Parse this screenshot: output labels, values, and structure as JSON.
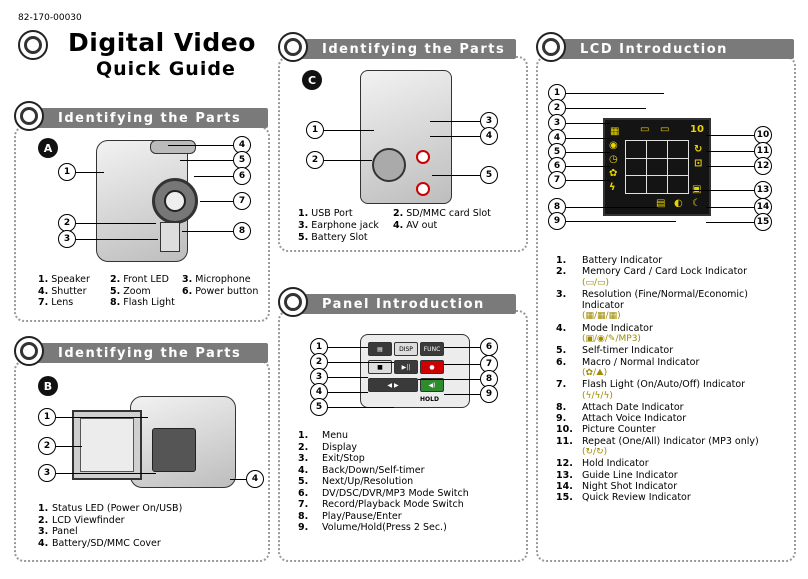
{
  "doc_code": "82-170-00030",
  "title_main": "Digital Video",
  "title_sub": "Quick Guide",
  "sections": {
    "parts_a": {
      "heading": "Identifying the Parts",
      "letter": "A",
      "items": [
        {
          "n": "1.",
          "t": "Speaker"
        },
        {
          "n": "2.",
          "t": "Front LED"
        },
        {
          "n": "3.",
          "t": "Microphone"
        },
        {
          "n": "4.",
          "t": "Shutter"
        },
        {
          "n": "5.",
          "t": "Zoom"
        },
        {
          "n": "6.",
          "t": "Power button"
        },
        {
          "n": "7.",
          "t": "Lens"
        },
        {
          "n": "8.",
          "t": "Flash Light"
        }
      ]
    },
    "parts_b": {
      "heading": "Identifying the Parts",
      "letter": "B",
      "items": [
        {
          "n": "1.",
          "t": "Status LED (Power On/USB)"
        },
        {
          "n": "2.",
          "t": "LCD Viewfinder"
        },
        {
          "n": "3.",
          "t": "Panel"
        },
        {
          "n": "4.",
          "t": "Battery/SD/MMC Cover"
        }
      ]
    },
    "parts_c": {
      "heading": "Identifying the Parts",
      "letter": "C",
      "items": [
        {
          "n": "1.",
          "t": "USB Port"
        },
        {
          "n": "2.",
          "t": "SD/MMC card Slot"
        },
        {
          "n": "3.",
          "t": "Earphone jack"
        },
        {
          "n": "4.",
          "t": "AV out"
        },
        {
          "n": "5.",
          "t": "Battery Slot"
        }
      ]
    },
    "panel": {
      "heading": "Panel Introduction",
      "buttons": {
        "disp": "DISP",
        "func": "FUNC",
        "hold": "HOLD"
      },
      "items": [
        {
          "n": "1.",
          "t": "Menu"
        },
        {
          "n": "2.",
          "t": "Display"
        },
        {
          "n": "3.",
          "t": "Exit/Stop"
        },
        {
          "n": "4.",
          "t": "Back/Down/Self-timer"
        },
        {
          "n": "5.",
          "t": "Next/Up/Resolution"
        },
        {
          "n": "6.",
          "t": "DV/DSC/DVR/MP3 Mode Switch"
        },
        {
          "n": "7.",
          "t": "Record/Playback Mode Switch"
        },
        {
          "n": "8.",
          "t": "Play/Pause/Enter"
        },
        {
          "n": "9.",
          "t": "Volume/Hold(Press 2 Sec.)"
        }
      ]
    },
    "lcd": {
      "heading": "LCD Introduction",
      "items": [
        {
          "n": "1.",
          "t": "Battery Indicator"
        },
        {
          "n": "2.",
          "t": "Memory Card / Card Lock Indicator",
          "sub": "(▭/▭)"
        },
        {
          "n": "3.",
          "t": "Resolution (Fine/Normal/Economic) Indicator",
          "sub": "(▦/▦/▦)"
        },
        {
          "n": "4.",
          "t": "Mode Indicator",
          "sub": "(▣/◉/✎/MP3)"
        },
        {
          "n": "5.",
          "t": "Self-timer Indicator"
        },
        {
          "n": "6.",
          "t": "Macro / Normal Indicator",
          "sub": "(✿/⛰)"
        },
        {
          "n": "7.",
          "t": "Flash Light (On/Auto/Off) Indicator",
          "sub": "(ϟ/ϟ/ϟ)"
        },
        {
          "n": "8.",
          "t": "Attach Date Indicator"
        },
        {
          "n": "9.",
          "t": "Attach Voice Indicator"
        },
        {
          "n": "10.",
          "t": "Picture Counter"
        },
        {
          "n": "11.",
          "t": "Repeat (One/All) Indicator (MP3 only)",
          "sub": "(↻/↻)"
        },
        {
          "n": "12.",
          "t": "Hold Indicator"
        },
        {
          "n": "13.",
          "t": "Guide Line Indicator"
        },
        {
          "n": "14.",
          "t": "Night Shot Indicator"
        },
        {
          "n": "15.",
          "t": "Quick Review Indicator"
        }
      ]
    }
  }
}
